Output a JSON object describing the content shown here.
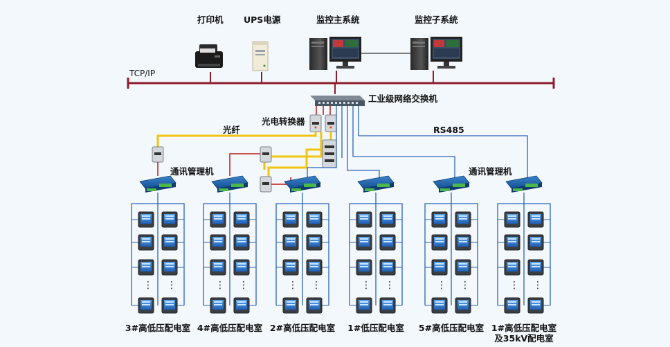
{
  "devices": {
    "printer": "打印机",
    "ups": "UPS电源",
    "main_monitor": "监控主系统",
    "sub_monitor": "监控子系统"
  },
  "network": {
    "tcpip": "TCP/IP",
    "switch": "工业级网络交换机",
    "converter": "光电转换器",
    "fiber": "光纤",
    "rs485": "RS485",
    "comm_left": "通讯管理机",
    "comm_right": "通讯管理机"
  },
  "rooms": [
    {
      "name": [
        "3#高低压配电室"
      ]
    },
    {
      "name": [
        "4#高低压配电室"
      ]
    },
    {
      "name": [
        "2#高低压配电室"
      ]
    },
    {
      "name": [
        "1#低压配电室"
      ]
    },
    {
      "name": [
        "5#高低压配电室"
      ]
    },
    {
      "name": [
        "1#高低压配电室",
        "及35kV配电室"
      ]
    }
  ],
  "colors": {
    "bus": "#8e1b2b",
    "fiber": "#f2c40f",
    "rs485": "#2a63b8",
    "meter_screen": "#2d7fd6",
    "comm_device": "#1f66b3"
  },
  "icons": {
    "printer": "printer-icon",
    "ups": "ups-icon",
    "computer": "computer-icon",
    "switch": "network-switch-icon",
    "converter": "optical-converter-icon",
    "comm": "comm-manager-icon",
    "meter": "power-meter-icon"
  }
}
